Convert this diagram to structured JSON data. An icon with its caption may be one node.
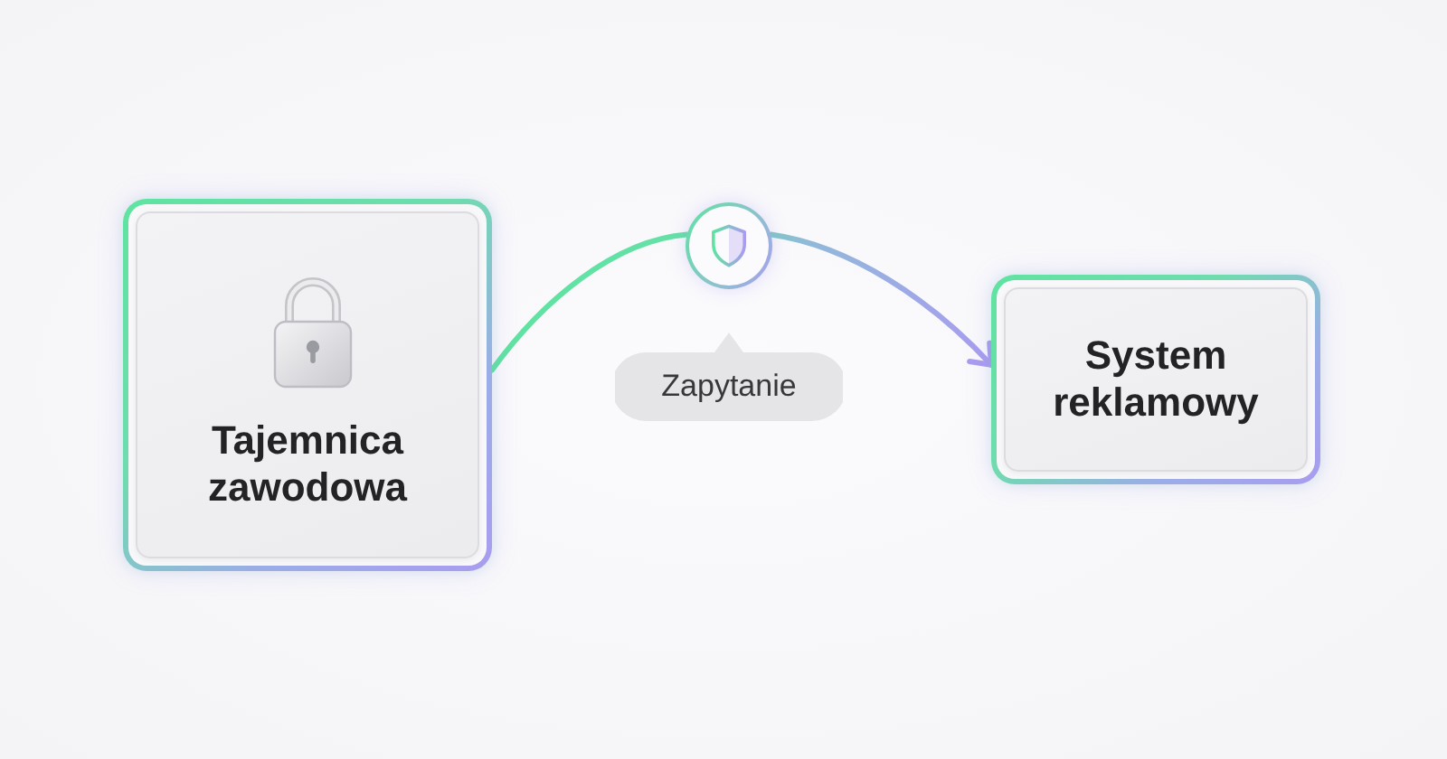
{
  "diagram": {
    "nodes": [
      {
        "text": [
          "Tajemnica zawodowa"
        ]
      },
      {
        "text": [],
        "shape": "circle",
        "beside": [
          "Zapytanie"
        ]
      },
      {
        "text": [
          "System reklamowy"
        ]
      }
    ],
    "edges": [
      {
        "from": 0,
        "to": 1,
        "arrow": "none"
      },
      {
        "from": 1,
        "to": 2,
        "arrow": "to"
      }
    ]
  }
}
